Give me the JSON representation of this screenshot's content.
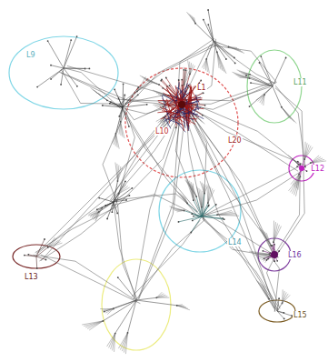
{
  "diagram": {
    "labels": [
      "L1",
      "L10",
      "L9",
      "L11",
      "L12",
      "L13",
      "L14",
      "L16",
      "L15",
      "L20"
    ]
  }
}
